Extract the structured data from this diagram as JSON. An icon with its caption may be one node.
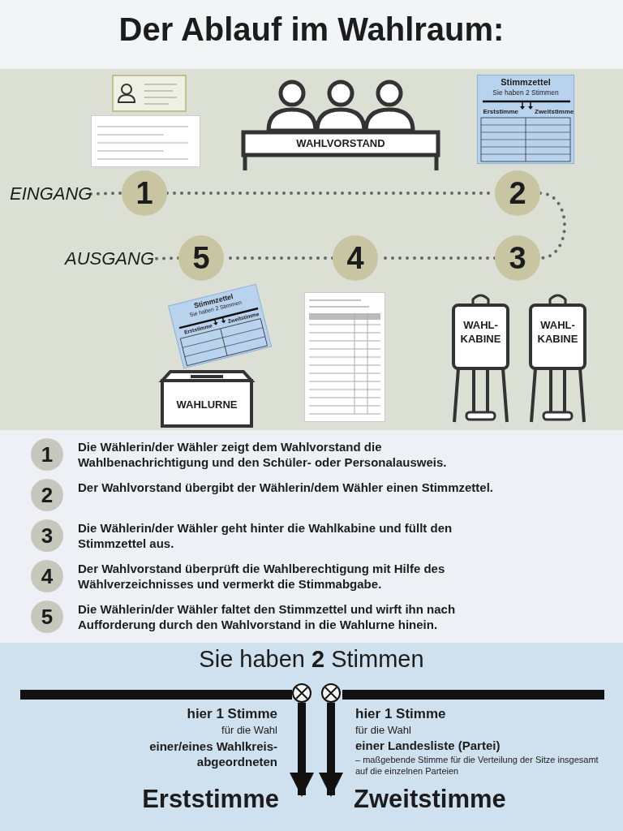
{
  "diagram": {
    "title": "Der Ablauf im Wahlraum:",
    "nodes": [
      {
        "text": [
          "EINGANG"
        ]
      },
      {
        "text": [
          "1"
        ]
      },
      {
        "text": [
          "2"
        ]
      },
      {
        "text": [
          "3"
        ]
      },
      {
        "text": [
          "4"
        ]
      },
      {
        "text": [
          "5"
        ]
      },
      {
        "text": [
          "AUSGANG"
        ]
      },
      {
        "text": [
          "WAHLVORSTAND"
        ]
      },
      {
        "text": [
          "WAHL- KABINE"
        ]
      },
      {
        "text": [
          "WAHL- KABINE"
        ]
      },
      {
        "text": [
          "WAHLURNE"
        ]
      },
      {
        "text": [
          "Stimmzettel",
          "Sie haben 2 Stimmen",
          "Erststimme",
          "Zweitstimme"
        ]
      },
      {
        "text": [
          "Stimmzettel",
          "Sie haben 2 Stimmen",
          "Erststimme",
          "Zweitstimme"
        ]
      },
      {
        "text": [
          "1"
        ],
        "beside": [
          "Die Wählerin/der Wähler zeigt dem Wahlvorstand die Wahlbenachrichtigung und den Schüler- oder Personalausweis."
        ]
      },
      {
        "text": [
          "2"
        ],
        "beside": [
          "Der Wahlvorstand übergibt der Wählerin/dem Wähler einen Stimmzettel."
        ]
      },
      {
        "text": [
          "3"
        ],
        "beside": [
          "Die Wählerin/der Wähler geht hinter die Wahlkabine und füllt den Stimmzettel aus."
        ]
      },
      {
        "text": [
          "4"
        ],
        "beside": [
          "Der Wahlvorstand überprüft die Wahlberechtigung mit Hilfe des Wählverzeichnisses und vermerkt die Stimmabgabe."
        ]
      },
      {
        "text": [
          "5"
        ],
        "beside": [
          "Die Wählerin/der Wähler faltet den Stimmzettel und wirft ihn nach Aufforderung durch den Wahlvorstand in die Wahlurne hinein."
        ]
      },
      {
        "text": [],
        "shape": "circle"
      },
      {
        "text": [],
        "shape": "circle"
      },
      {
        "text": [
          "Erststimme"
        ]
      },
      {
        "text": [
          "Zweitstimme"
        ]
      }
    ],
    "edges": [
      {
        "from": 0,
        "to": 1,
        "arrow": "none",
        "style": "dashed"
      },
      {
        "from": 1,
        "to": 2,
        "arrow": "none",
        "style": "dashed"
      },
      {
        "from": 2,
        "to": 3,
        "arrow": "none",
        "style": "dashed"
      },
      {
        "from": 3,
        "to": 4,
        "arrow": "none",
        "style": "dashed"
      },
      {
        "from": 4,
        "to": 5,
        "arrow": "none",
        "style": "dashed"
      },
      {
        "from": 5,
        "to": 6,
        "arrow": "none",
        "style": "dashed"
      },
      {
        "from": 18,
        "to": 20,
        "arrow": "to",
        "style": "thick"
      },
      {
        "from": 19,
        "to": 21,
        "arrow": "to",
        "style": "thick"
      }
    ],
    "labels": [
      "Sie haben **2** Stimmen",
      "hier 1 Stimme",
      "für die Wahl",
      "einer/eines Wahlkreis- abgeordneten",
      "hier 1 Stimme",
      "für die Wahl",
      "einer Landesliste (Partei)",
      "– maßgebende Stimme für die Verteilung der Sitze insgesamt auf die einzelnen Parteien"
    ]
  }
}
